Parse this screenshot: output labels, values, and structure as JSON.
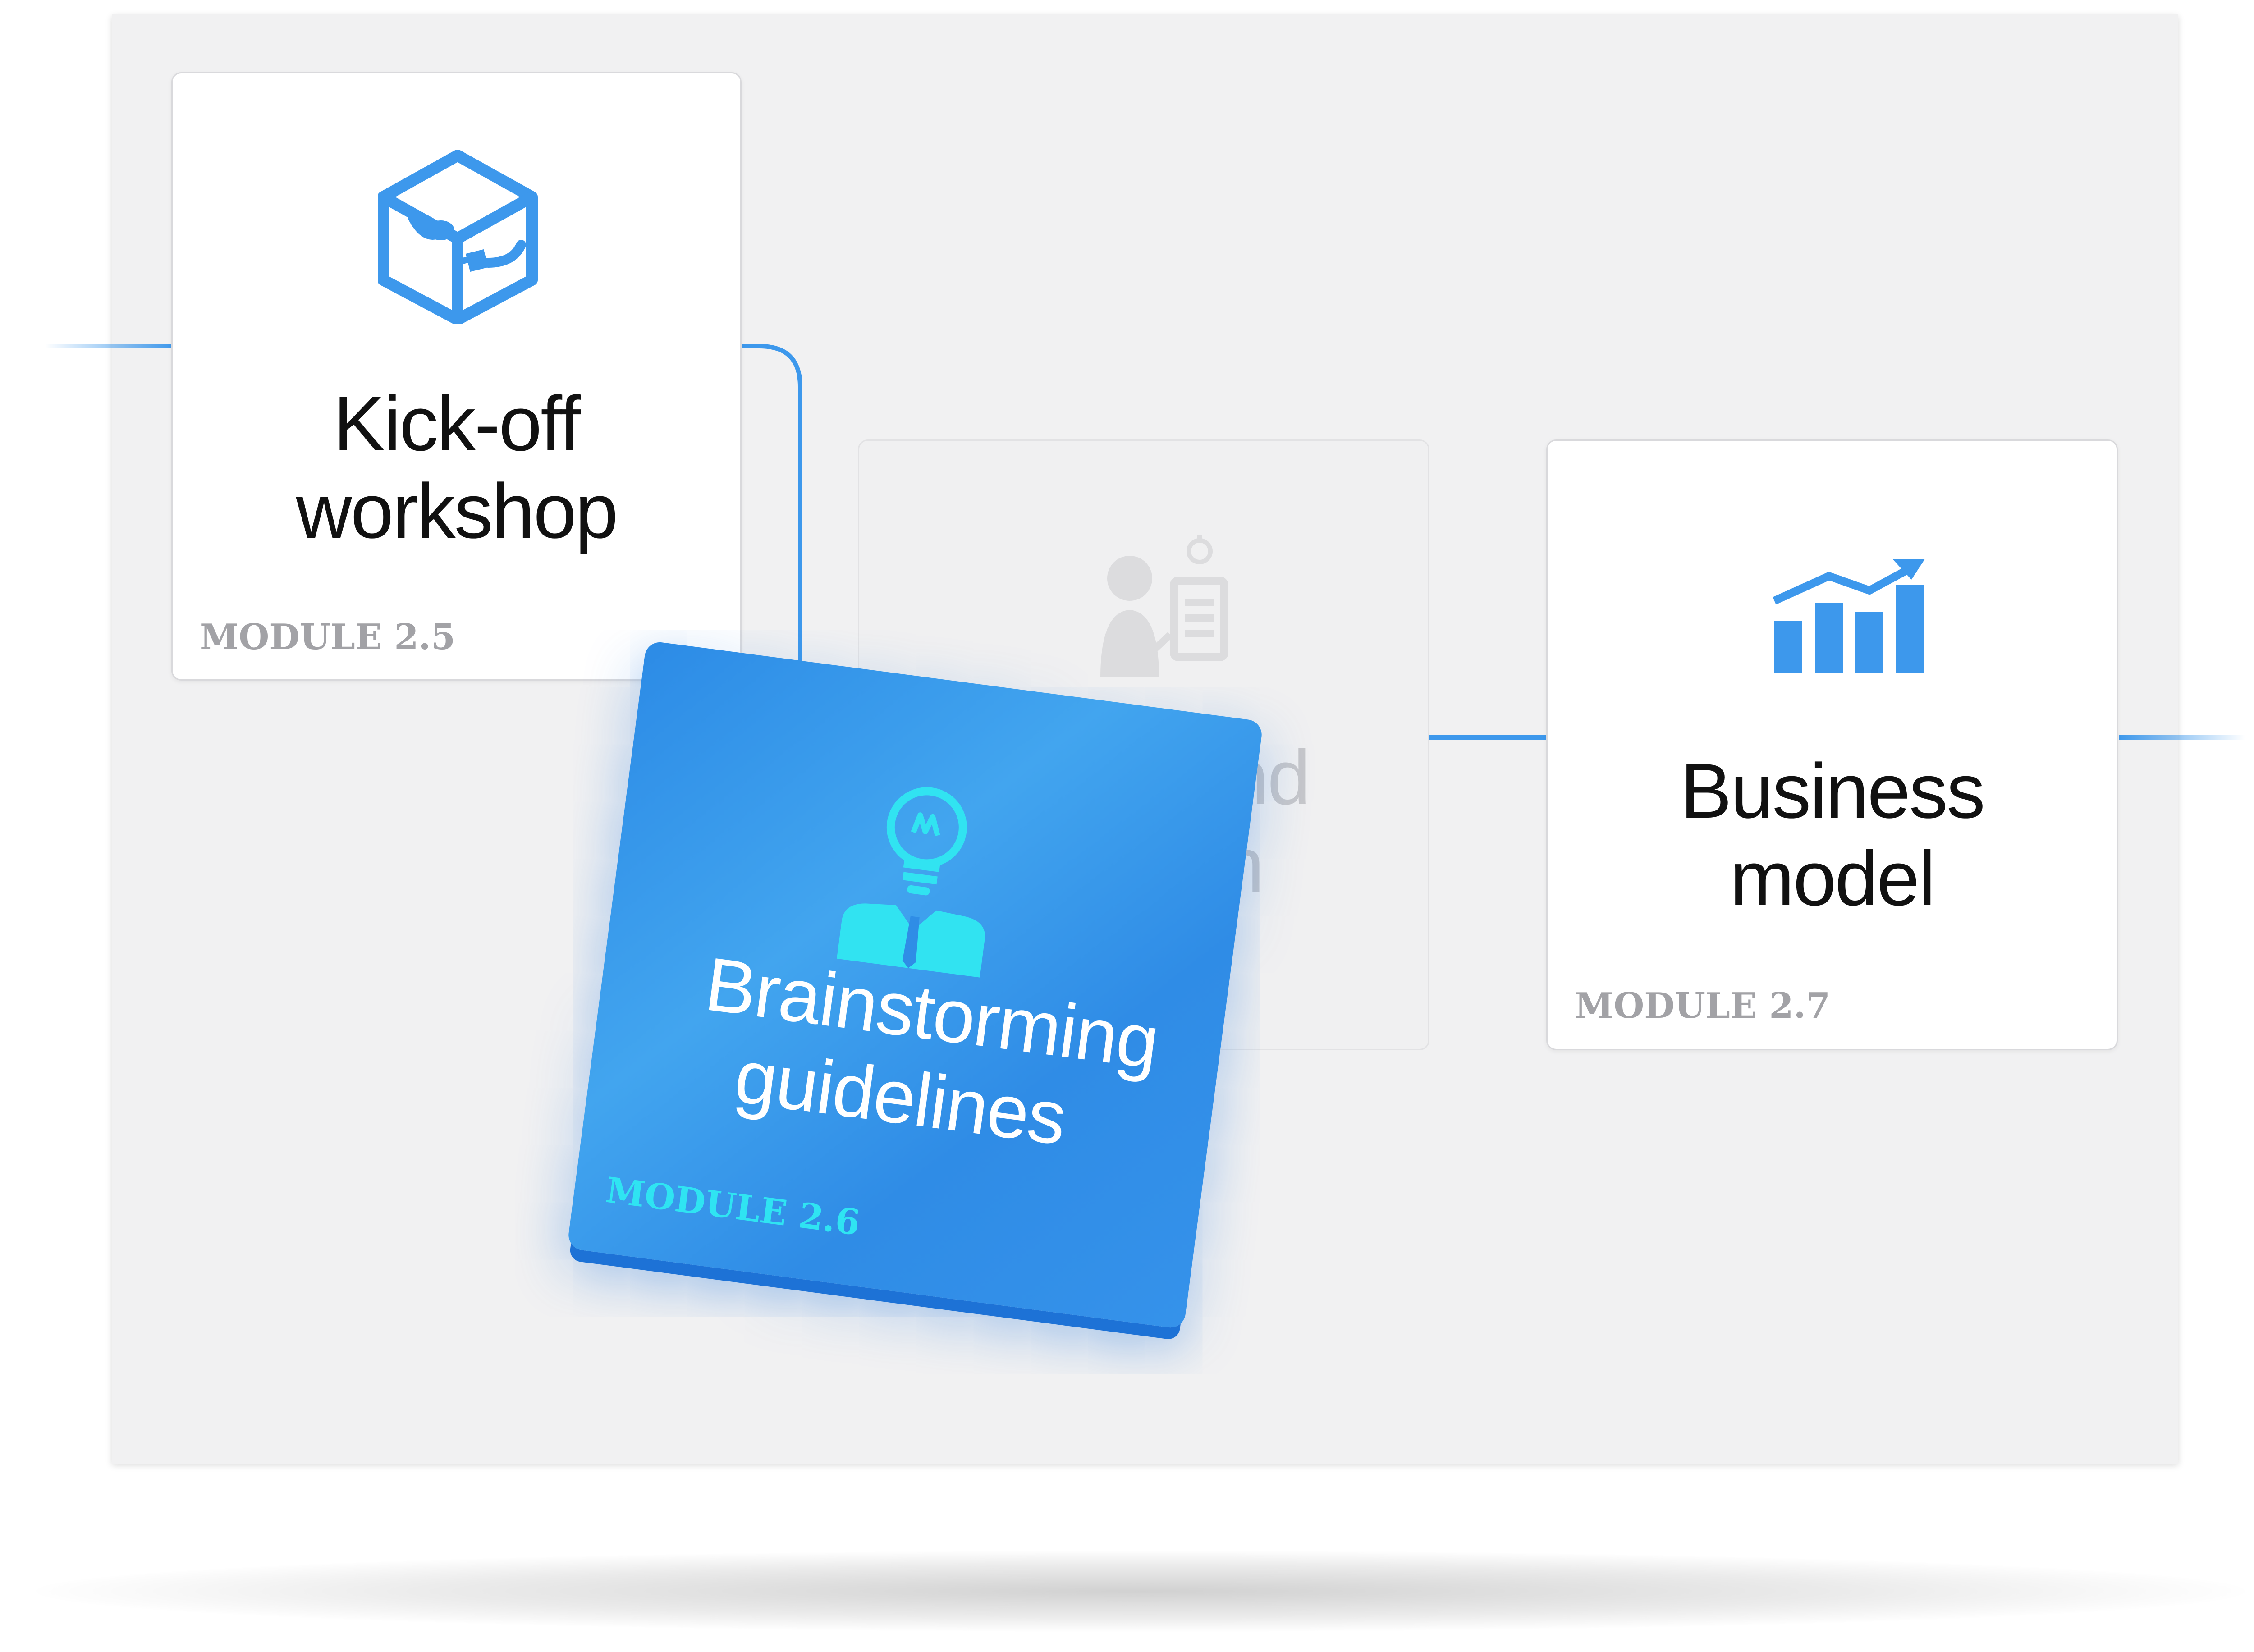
{
  "colors": {
    "accent": "#3d98ec",
    "feature_card": "#2f8de6",
    "feature_icon": "#31e3f1",
    "module_label": "#a2a2a6"
  },
  "cards": {
    "kickoff": {
      "title": "Kick-off workshop",
      "module": "MODULE 2.5",
      "icon": "cube-plug-icon",
      "faded": false
    },
    "research": {
      "title_visible": "und ch",
      "module": "",
      "icon": "person-clipboard-stopwatch-icon",
      "faded": true
    },
    "brainstorming": {
      "title": "Brainstorming guidelines",
      "module": "MODULE 2.6",
      "icon": "lightbulb-person-icon",
      "faded": false,
      "highlighted": true
    },
    "business": {
      "title": "Business model",
      "module": "MODULE 2.7",
      "icon": "bar-chart-trend-icon",
      "faded": false
    }
  }
}
